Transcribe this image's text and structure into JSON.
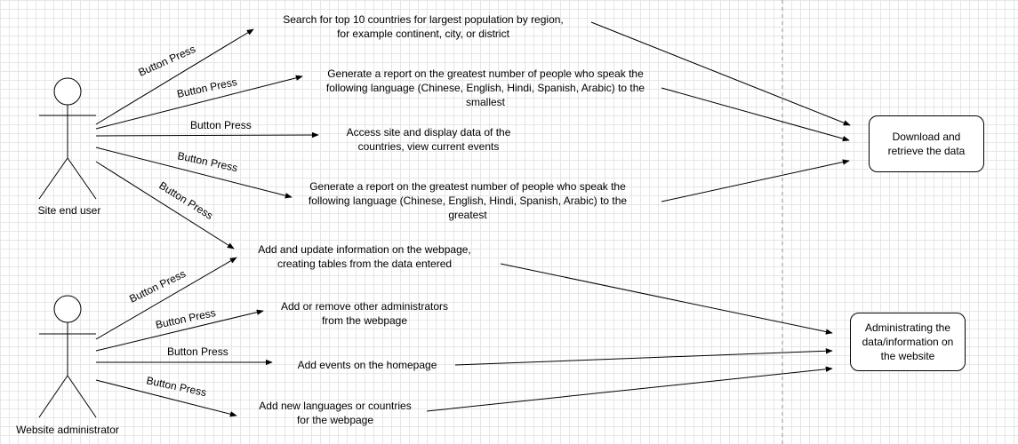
{
  "actors": {
    "site_user": "Site end user",
    "admin": "Website administrator"
  },
  "use_cases": {
    "search": [
      "Search for top 10 countries for largest population by region,",
      "for example continent, city, or district"
    ],
    "report_smallest": [
      "Generate a report on the greatest number of people who speak the",
      "following language (Chinese, English, Hindi, Spanish, Arabic) to the",
      "smallest"
    ],
    "access_site": [
      "Access site and display data of the",
      "countries, view current events"
    ],
    "report_greatest": [
      "Generate a report on the greatest number of people who speak the",
      "following language (Chinese, English, Hindi, Spanish, Arabic) to the",
      "greatest"
    ],
    "add_update": [
      "Add and update information on the webpage,",
      "creating tables from the data entered"
    ],
    "add_remove_admins": [
      "Add or remove other administrators",
      "from the webpage"
    ],
    "add_events": [
      "Add events on the homepage"
    ],
    "add_languages": [
      "Add new languages or countries",
      "for the webpage"
    ]
  },
  "systems": {
    "download": [
      "Download and",
      "retrieve the data"
    ],
    "administrating": [
      "Administrating the",
      "data/information on",
      "the website"
    ]
  },
  "edge_label": "Button Press"
}
